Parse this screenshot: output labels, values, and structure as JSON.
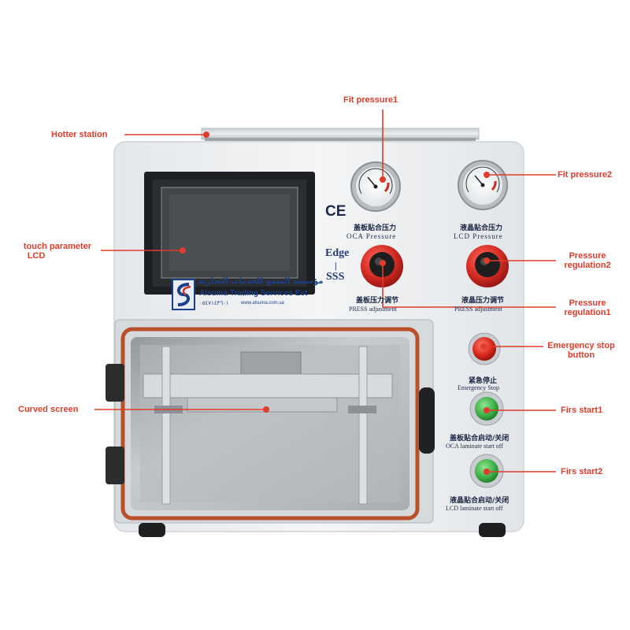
{
  "callouts": {
    "hotter_station": "Hotter station",
    "fit_pressure1": "Fit pressure1",
    "fit_pressure2": "Fit pressure2",
    "touch_lcd_line1": "touch parameter",
    "touch_lcd_line2": "LCD",
    "pressure_reg2_line1": "Pressure",
    "pressure_reg2_line2": "regulation2",
    "pressure_reg1_line1": "Pressure",
    "pressure_reg1_line2": "regulation1",
    "emergency_line1": "Emergency stop",
    "emergency_line2": "button",
    "curved_screen": "Curved screen",
    "firs_start1": "Firs start1",
    "firs_start2": "Firs start2"
  },
  "panel": {
    "ce_mark": "CE",
    "brand_top": "Edge",
    "brand_bar": "|",
    "brand_bottom": "SSS",
    "oca_gauge_cn": "盖板贴合压力",
    "oca_gauge_en": "OCA Pressure",
    "lcd_gauge_cn": "液晶贴合压力",
    "lcd_gauge_en": "LCD Pressure",
    "press1_cn": "盖板压力调节",
    "press1_en": "PRESS adjustment",
    "press2_cn": "液晶压力调节",
    "press2_en": "PRESS adjustment",
    "emergency_cn": "紧急停止",
    "emergency_en": "Emergency Stop",
    "oca_start_cn": "盖板贴合启动/关闭",
    "oca_start_en": "OCA laminate start  off",
    "lcd_start_cn": "液晶贴合启动/关闭",
    "lcd_start_en": "LCD laminate start  off",
    "company_arabic": "مؤسسة السمع للخدمات التجارية",
    "company_name": "Alsuma Trading Services Est",
    "company_phone": "٠٥٤٧١٤٣٦٠١",
    "company_web": "www.alsuma.com.sa"
  },
  "colors": {
    "callout_red": "#e03c2c",
    "body_white": "#eef0f2",
    "knob_red": "#d42a24",
    "button_green": "#3fb24a",
    "button_red": "#d8281e",
    "gasket": "#b8502a"
  }
}
